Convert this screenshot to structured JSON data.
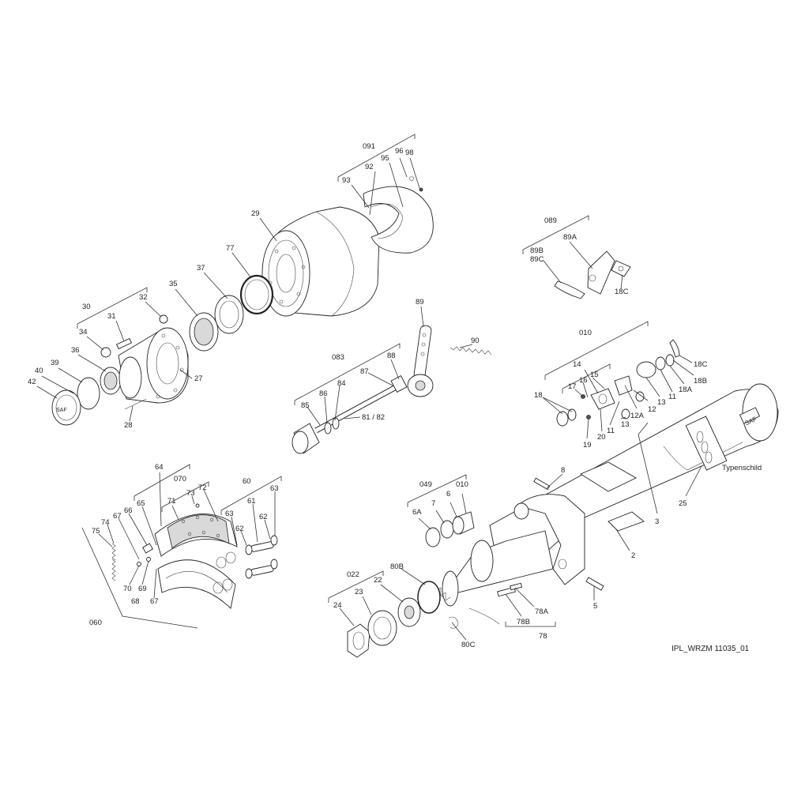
{
  "drawing_id": "IPL_WRZM 11035_01",
  "nameplate_label": "Typenschild",
  "brand": "SAF",
  "callouts": [
    {
      "id": "091",
      "text": "091"
    },
    {
      "id": "98",
      "text": "98"
    },
    {
      "id": "96",
      "text": "96"
    },
    {
      "id": "92",
      "text": "92"
    },
    {
      "id": "95",
      "text": "95"
    },
    {
      "id": "93",
      "text": "93"
    },
    {
      "id": "29",
      "text": "29"
    },
    {
      "id": "77",
      "text": "77"
    },
    {
      "id": "37",
      "text": "37"
    },
    {
      "id": "35",
      "text": "35"
    },
    {
      "id": "30",
      "text": "30"
    },
    {
      "id": "32",
      "text": "32"
    },
    {
      "id": "31",
      "text": "31"
    },
    {
      "id": "34",
      "text": "34"
    },
    {
      "id": "36",
      "text": "36"
    },
    {
      "id": "39",
      "text": "39"
    },
    {
      "id": "40",
      "text": "40"
    },
    {
      "id": "42",
      "text": "42"
    },
    {
      "id": "27",
      "text": "27"
    },
    {
      "id": "28",
      "text": "28"
    },
    {
      "id": "089",
      "text": "089"
    },
    {
      "id": "89A",
      "text": "89A"
    },
    {
      "id": "89B",
      "text": "89B"
    },
    {
      "id": "89C",
      "text": "89C"
    },
    {
      "id": "18C_a",
      "text": "18C"
    },
    {
      "id": "89",
      "text": "89"
    },
    {
      "id": "90",
      "text": "90"
    },
    {
      "id": "083",
      "text": "083"
    },
    {
      "id": "88",
      "text": "88"
    },
    {
      "id": "87",
      "text": "87"
    },
    {
      "id": "84",
      "text": "84"
    },
    {
      "id": "86",
      "text": "86"
    },
    {
      "id": "85",
      "text": "85"
    },
    {
      "id": "81_82",
      "text": "81 / 82"
    },
    {
      "id": "010_a",
      "text": "010"
    },
    {
      "id": "18C_b",
      "text": "18C"
    },
    {
      "id": "14",
      "text": "14"
    },
    {
      "id": "15",
      "text": "15"
    },
    {
      "id": "17",
      "text": "17"
    },
    {
      "id": "16",
      "text": "16"
    },
    {
      "id": "18",
      "text": "18"
    },
    {
      "id": "12",
      "text": "12"
    },
    {
      "id": "13_a",
      "text": "13"
    },
    {
      "id": "11_a",
      "text": "11"
    },
    {
      "id": "18A",
      "text": "18A"
    },
    {
      "id": "18B",
      "text": "18B"
    },
    {
      "id": "12A",
      "text": "12A"
    },
    {
      "id": "13_b",
      "text": "13"
    },
    {
      "id": "11_b",
      "text": "11"
    },
    {
      "id": "20",
      "text": "20"
    },
    {
      "id": "19",
      "text": "19"
    },
    {
      "id": "64",
      "text": "64"
    },
    {
      "id": "070",
      "text": "070"
    },
    {
      "id": "60",
      "text": "60"
    },
    {
      "id": "71",
      "text": "71"
    },
    {
      "id": "73",
      "text": "73"
    },
    {
      "id": "72",
      "text": "72"
    },
    {
      "id": "63_a",
      "text": "63"
    },
    {
      "id": "61",
      "text": "61"
    },
    {
      "id": "62_a",
      "text": "62"
    },
    {
      "id": "63_b",
      "text": "63"
    },
    {
      "id": "62_b",
      "text": "62"
    },
    {
      "id": "65",
      "text": "65"
    },
    {
      "id": "66",
      "text": "66"
    },
    {
      "id": "67_a",
      "text": "67"
    },
    {
      "id": "74",
      "text": "74"
    },
    {
      "id": "75",
      "text": "75"
    },
    {
      "id": "70",
      "text": "70"
    },
    {
      "id": "69",
      "text": "69"
    },
    {
      "id": "68",
      "text": "68"
    },
    {
      "id": "67_b",
      "text": "67"
    },
    {
      "id": "060",
      "text": "060"
    },
    {
      "id": "8",
      "text": "8"
    },
    {
      "id": "049",
      "text": "049"
    },
    {
      "id": "010_b",
      "text": "010"
    },
    {
      "id": "6A",
      "text": "6A"
    },
    {
      "id": "7",
      "text": "7"
    },
    {
      "id": "6",
      "text": "6"
    },
    {
      "id": "3",
      "text": "3"
    },
    {
      "id": "25",
      "text": "25"
    },
    {
      "id": "2",
      "text": "2"
    },
    {
      "id": "022",
      "text": "022"
    },
    {
      "id": "80B",
      "text": "80B"
    },
    {
      "id": "23",
      "text": "23"
    },
    {
      "id": "22",
      "text": "22"
    },
    {
      "id": "24",
      "text": "24"
    },
    {
      "id": "80C",
      "text": "80C"
    },
    {
      "id": "78B",
      "text": "78B"
    },
    {
      "id": "78A",
      "text": "78A"
    },
    {
      "id": "78",
      "text": "78"
    },
    {
      "id": "5",
      "text": "5"
    }
  ]
}
